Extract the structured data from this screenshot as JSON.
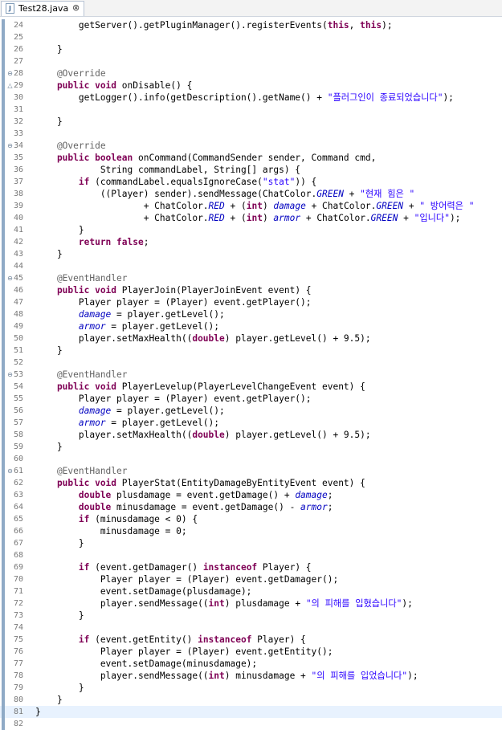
{
  "tab": {
    "icon_letter": "J",
    "title": "Test28.java",
    "close": "⊗"
  },
  "current_line": "81",
  "lines": [
    {
      "n": "24",
      "fold": "",
      "t": [
        [
          "p",
          "        getServer().getPluginManager().registerEvents("
        ],
        [
          "k",
          "this"
        ],
        [
          "p",
          ", "
        ],
        [
          "k",
          "this"
        ],
        [
          "p",
          ");"
        ]
      ]
    },
    {
      "n": "25",
      "fold": "",
      "t": []
    },
    {
      "n": "26",
      "fold": "",
      "t": [
        [
          "p",
          "    }"
        ]
      ]
    },
    {
      "n": "27",
      "fold": "",
      "t": []
    },
    {
      "n": "28",
      "fold": "⊖",
      "t": [
        [
          "a",
          "    @Override"
        ]
      ]
    },
    {
      "n": "29",
      "fold": "△",
      "t": [
        [
          "k",
          "    public void"
        ],
        [
          "p",
          " onDisable() {"
        ]
      ]
    },
    {
      "n": "30",
      "fold": "",
      "t": [
        [
          "p",
          "        getLogger().info(getDescription().getName() + "
        ],
        [
          "s",
          "\"플러그인이 종료되었습니다\""
        ],
        [
          "p",
          ");"
        ]
      ]
    },
    {
      "n": "31",
      "fold": "",
      "t": []
    },
    {
      "n": "32",
      "fold": "",
      "t": [
        [
          "p",
          "    }"
        ]
      ]
    },
    {
      "n": "33",
      "fold": "",
      "t": []
    },
    {
      "n": "34",
      "fold": "⊖",
      "t": [
        [
          "a",
          "    @Override"
        ]
      ]
    },
    {
      "n": "35",
      "fold": "",
      "t": [
        [
          "k",
          "    public boolean"
        ],
        [
          "p",
          " onCommand(CommandSender sender, Command cmd,"
        ]
      ]
    },
    {
      "n": "36",
      "fold": "",
      "t": [
        [
          "p",
          "            String commandLabel, String[] args) {"
        ]
      ]
    },
    {
      "n": "37",
      "fold": "",
      "t": [
        [
          "k",
          "        if"
        ],
        [
          "p",
          " (commandLabel.equalsIgnoreCase("
        ],
        [
          "s",
          "\"stat\""
        ],
        [
          "p",
          ")) {"
        ]
      ]
    },
    {
      "n": "38",
      "fold": "",
      "t": [
        [
          "p",
          "            ((Player) sender).sendMessage(ChatColor."
        ],
        [
          "f",
          "GREEN"
        ],
        [
          "p",
          " + "
        ],
        [
          "s",
          "\"현재 힘은 \""
        ]
      ]
    },
    {
      "n": "39",
      "fold": "",
      "t": [
        [
          "p",
          "                    + ChatColor."
        ],
        [
          "f",
          "RED"
        ],
        [
          "p",
          " + ("
        ],
        [
          "k",
          "int"
        ],
        [
          "p",
          ") "
        ],
        [
          "f",
          "damage"
        ],
        [
          "p",
          " + ChatColor."
        ],
        [
          "f",
          "GREEN"
        ],
        [
          "p",
          " + "
        ],
        [
          "s",
          "\" 방어력은 \""
        ]
      ]
    },
    {
      "n": "40",
      "fold": "",
      "t": [
        [
          "p",
          "                    + ChatColor."
        ],
        [
          "f",
          "RED"
        ],
        [
          "p",
          " + ("
        ],
        [
          "k",
          "int"
        ],
        [
          "p",
          ") "
        ],
        [
          "f",
          "armor"
        ],
        [
          "p",
          " + ChatColor."
        ],
        [
          "f",
          "GREEN"
        ],
        [
          "p",
          " + "
        ],
        [
          "s",
          "\"입니다\""
        ],
        [
          "p",
          ");"
        ]
      ]
    },
    {
      "n": "41",
      "fold": "",
      "t": [
        [
          "p",
          "        }"
        ]
      ]
    },
    {
      "n": "42",
      "fold": "",
      "t": [
        [
          "k",
          "        return false"
        ],
        [
          "p",
          ";"
        ]
      ]
    },
    {
      "n": "43",
      "fold": "",
      "t": [
        [
          "p",
          "    }"
        ]
      ]
    },
    {
      "n": "44",
      "fold": "",
      "t": []
    },
    {
      "n": "45",
      "fold": "⊖",
      "t": [
        [
          "a",
          "    @EventHandler"
        ]
      ]
    },
    {
      "n": "46",
      "fold": "",
      "t": [
        [
          "k",
          "    public void"
        ],
        [
          "p",
          " PlayerJoin(PlayerJoinEvent event) {"
        ]
      ]
    },
    {
      "n": "47",
      "fold": "",
      "t": [
        [
          "p",
          "        Player player = (Player) event.getPlayer();"
        ]
      ]
    },
    {
      "n": "48",
      "fold": "",
      "t": [
        [
          "f",
          "        damage"
        ],
        [
          "p",
          " = player.getLevel();"
        ]
      ]
    },
    {
      "n": "49",
      "fold": "",
      "t": [
        [
          "f",
          "        armor"
        ],
        [
          "p",
          " = player.getLevel();"
        ]
      ]
    },
    {
      "n": "50",
      "fold": "",
      "t": [
        [
          "p",
          "        player.setMaxHealth(("
        ],
        [
          "k",
          "double"
        ],
        [
          "p",
          ") player.getLevel() + 9.5);"
        ]
      ]
    },
    {
      "n": "51",
      "fold": "",
      "t": [
        [
          "p",
          "    }"
        ]
      ]
    },
    {
      "n": "52",
      "fold": "",
      "t": []
    },
    {
      "n": "53",
      "fold": "⊖",
      "t": [
        [
          "a",
          "    @EventHandler"
        ]
      ]
    },
    {
      "n": "54",
      "fold": "",
      "t": [
        [
          "k",
          "    public void"
        ],
        [
          "p",
          " PlayerLevelup(PlayerLevelChangeEvent event) {"
        ]
      ]
    },
    {
      "n": "55",
      "fold": "",
      "t": [
        [
          "p",
          "        Player player = (Player) event.getPlayer();"
        ]
      ]
    },
    {
      "n": "56",
      "fold": "",
      "t": [
        [
          "f",
          "        damage"
        ],
        [
          "p",
          " = player.getLevel();"
        ]
      ]
    },
    {
      "n": "57",
      "fold": "",
      "t": [
        [
          "f",
          "        armor"
        ],
        [
          "p",
          " = player.getLevel();"
        ]
      ]
    },
    {
      "n": "58",
      "fold": "",
      "t": [
        [
          "p",
          "        player.setMaxHealth(("
        ],
        [
          "k",
          "double"
        ],
        [
          "p",
          ") player.getLevel() + 9.5);"
        ]
      ]
    },
    {
      "n": "59",
      "fold": "",
      "t": [
        [
          "p",
          "    }"
        ]
      ]
    },
    {
      "n": "60",
      "fold": "",
      "t": []
    },
    {
      "n": "61",
      "fold": "⊖",
      "t": [
        [
          "a",
          "    @EventHandler"
        ]
      ]
    },
    {
      "n": "62",
      "fold": "",
      "t": [
        [
          "k",
          "    public void"
        ],
        [
          "p",
          " PlayerStat(EntityDamageByEntityEvent event) {"
        ]
      ]
    },
    {
      "n": "63",
      "fold": "",
      "t": [
        [
          "k",
          "        double"
        ],
        [
          "p",
          " plusdamage = event.getDamage() + "
        ],
        [
          "f",
          "damage"
        ],
        [
          "p",
          ";"
        ]
      ]
    },
    {
      "n": "64",
      "fold": "",
      "t": [
        [
          "k",
          "        double"
        ],
        [
          "p",
          " minusdamage = event.getDamage() - "
        ],
        [
          "f",
          "armor"
        ],
        [
          "p",
          ";"
        ]
      ]
    },
    {
      "n": "65",
      "fold": "",
      "t": [
        [
          "k",
          "        if"
        ],
        [
          "p",
          " (minusdamage < 0) {"
        ]
      ]
    },
    {
      "n": "66",
      "fold": "",
      "t": [
        [
          "p",
          "            minusdamage = 0;"
        ]
      ]
    },
    {
      "n": "67",
      "fold": "",
      "t": [
        [
          "p",
          "        }"
        ]
      ]
    },
    {
      "n": "68",
      "fold": "",
      "t": []
    },
    {
      "n": "69",
      "fold": "",
      "t": [
        [
          "k",
          "        if"
        ],
        [
          "p",
          " (event.getDamager() "
        ],
        [
          "k",
          "instanceof"
        ],
        [
          "p",
          " Player) {"
        ]
      ]
    },
    {
      "n": "70",
      "fold": "",
      "t": [
        [
          "p",
          "            Player player = (Player) event.getDamager();"
        ]
      ]
    },
    {
      "n": "71",
      "fold": "",
      "t": [
        [
          "p",
          "            event.setDamage(plusdamage);"
        ]
      ]
    },
    {
      "n": "72",
      "fold": "",
      "t": [
        [
          "p",
          "            player.sendMessage(("
        ],
        [
          "k",
          "int"
        ],
        [
          "p",
          ") plusdamage + "
        ],
        [
          "s",
          "\"의 피해를 입혔습니다\""
        ],
        [
          "p",
          ");"
        ]
      ]
    },
    {
      "n": "73",
      "fold": "",
      "t": [
        [
          "p",
          "        }"
        ]
      ]
    },
    {
      "n": "74",
      "fold": "",
      "t": []
    },
    {
      "n": "75",
      "fold": "",
      "t": [
        [
          "k",
          "        if"
        ],
        [
          "p",
          " (event.getEntity() "
        ],
        [
          "k",
          "instanceof"
        ],
        [
          "p",
          " Player) {"
        ]
      ]
    },
    {
      "n": "76",
      "fold": "",
      "t": [
        [
          "p",
          "            Player player = (Player) event.getEntity();"
        ]
      ]
    },
    {
      "n": "77",
      "fold": "",
      "t": [
        [
          "p",
          "            event.setDamage(minusdamage);"
        ]
      ]
    },
    {
      "n": "78",
      "fold": "",
      "t": [
        [
          "p",
          "            player.sendMessage(("
        ],
        [
          "k",
          "int"
        ],
        [
          "p",
          ") minusdamage + "
        ],
        [
          "s",
          "\"의 피해를 입었습니다\""
        ],
        [
          "p",
          ");"
        ]
      ]
    },
    {
      "n": "79",
      "fold": "",
      "t": [
        [
          "p",
          "        }"
        ]
      ]
    },
    {
      "n": "80",
      "fold": "",
      "t": [
        [
          "p",
          "    }"
        ]
      ]
    },
    {
      "n": "81",
      "fold": "",
      "t": [
        [
          "p",
          "}"
        ]
      ]
    },
    {
      "n": "82",
      "fold": "",
      "t": []
    }
  ]
}
